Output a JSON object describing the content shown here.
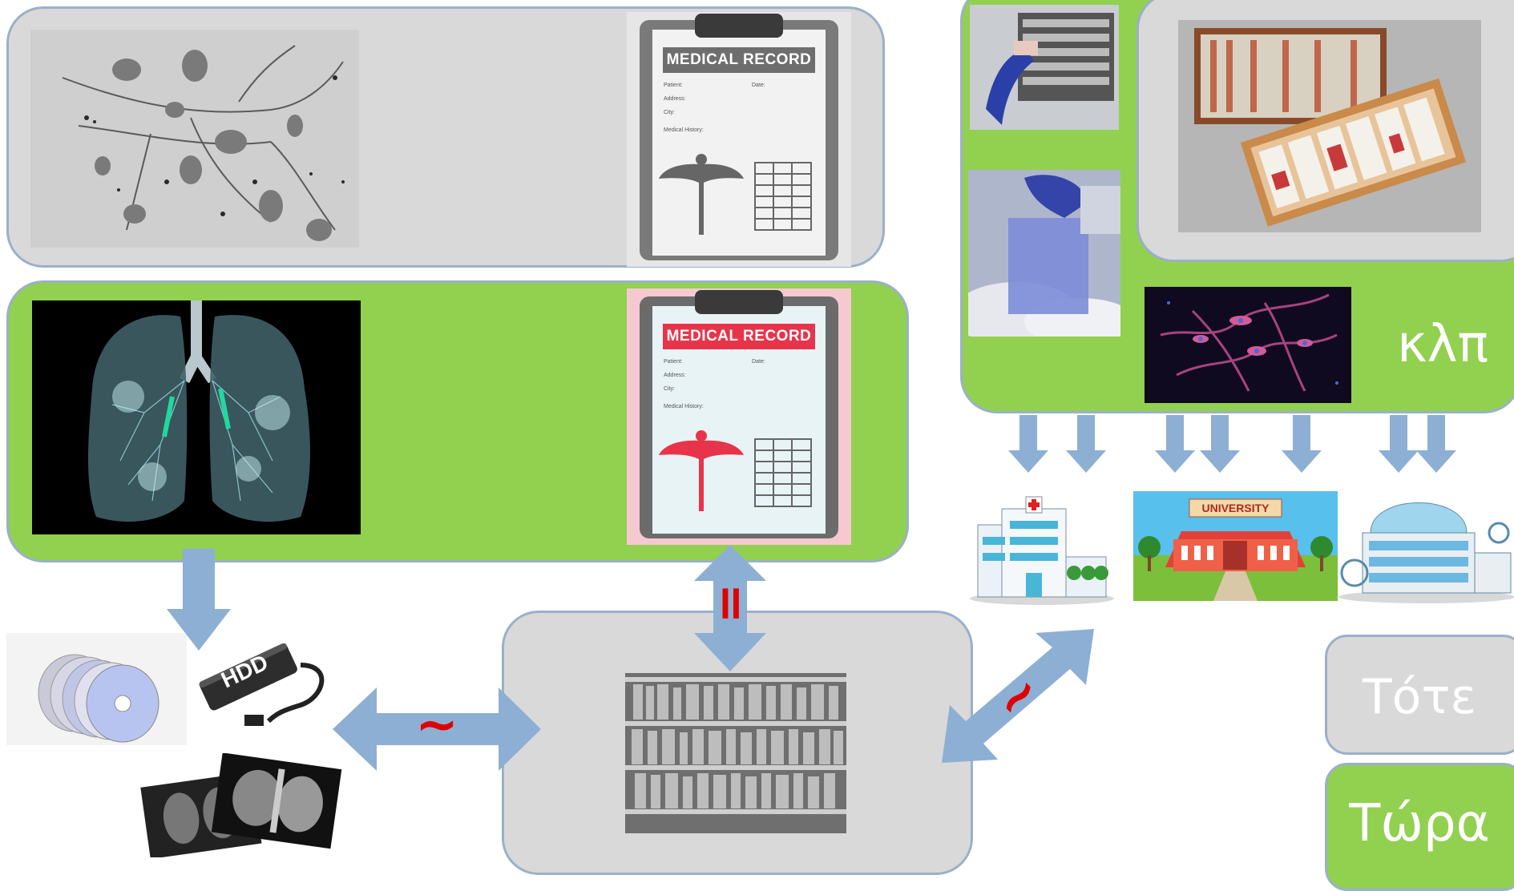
{
  "labels": {
    "etc": "κλπ",
    "then": "Τότε",
    "now": "Τώρα"
  },
  "records": {
    "old_title": "MEDICAL RECORD",
    "new_title": "MEDICAL RECORD",
    "fields": {
      "patient": "Patient:",
      "date": "Date:",
      "address": "Address:",
      "city": "City:",
      "history": "Medical History:"
    }
  },
  "storage": {
    "hdd_label": "HDD"
  },
  "destinations": {
    "university_sign": "UNIVERSITY"
  },
  "relations": {
    "equal_symbol": "=",
    "approx_left": "~",
    "approx_right": "~"
  },
  "colors": {
    "green": "#92d050",
    "gray": "#d9d9d9",
    "arrow": "#8eafd4",
    "relation_red": "#e00000",
    "record_red": "#e8344a"
  }
}
